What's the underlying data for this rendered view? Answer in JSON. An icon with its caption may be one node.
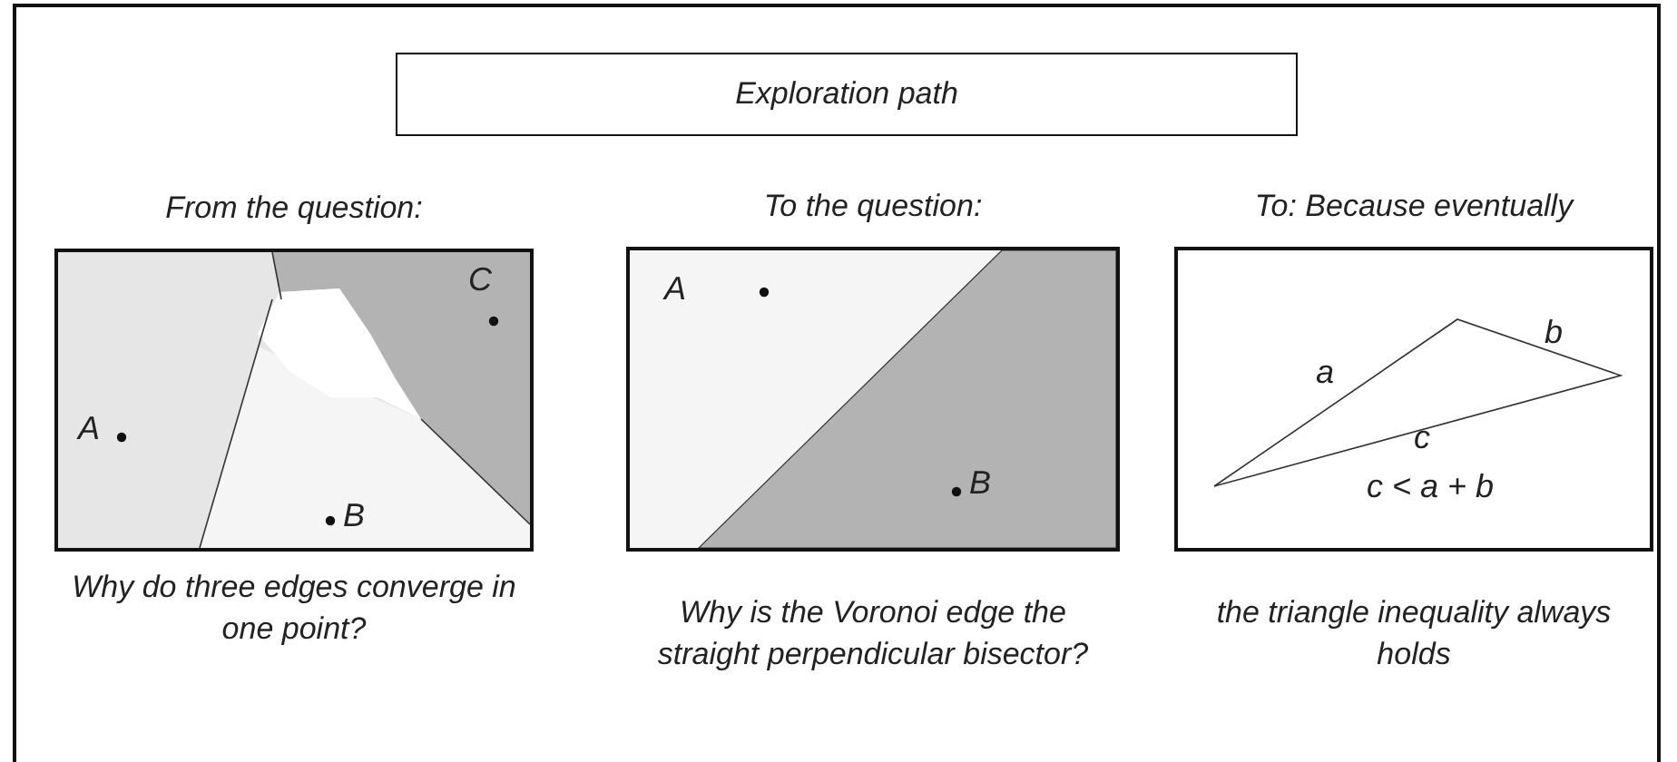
{
  "diagram": {
    "nodes": [
      {
        "text": [
          "Exploration path"
        ]
      },
      {
        "text": [
          "From the question:"
        ],
        "beside": [
          "Why do three edges converge in one point?"
        ]
      },
      {
        "text": [
          "To the question:"
        ],
        "beside": [
          "Why is the Voronoi edge the straight perpendicular bisector?"
        ]
      },
      {
        "text": [
          "To: Because eventually"
        ],
        "beside": [
          "the triangle inequality always holds"
        ]
      }
    ],
    "labels": [
      "C",
      "A",
      "B",
      "A",
      "B",
      "b",
      "a",
      "c",
      "c < a + b"
    ]
  }
}
